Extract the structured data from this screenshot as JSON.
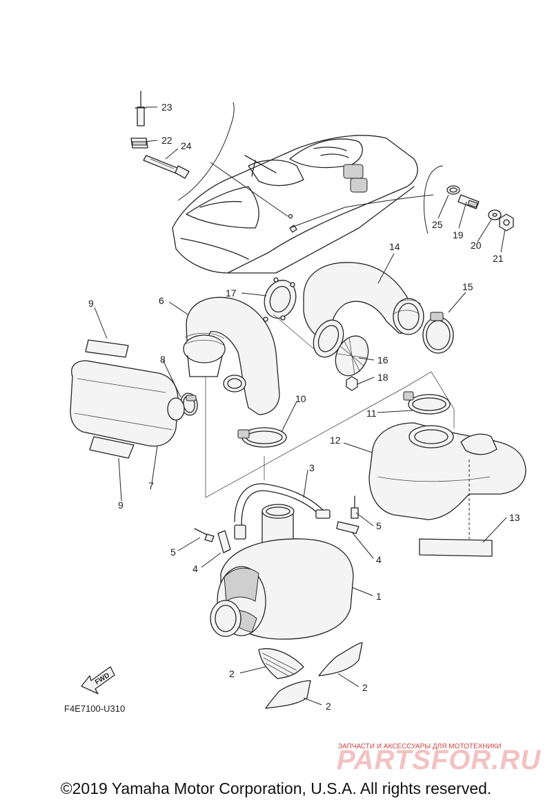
{
  "diagram": {
    "code": "F4E7100-U310",
    "fwd_label": "FWD",
    "callouts": {
      "p1": "1",
      "p2a": "2",
      "p2b": "2",
      "p2c": "2",
      "p3": "3",
      "p4a": "4",
      "p4b": "4",
      "p5a": "5",
      "p5b": "5",
      "p6": "6",
      "p7": "7",
      "p8": "8",
      "p9a": "9",
      "p9b": "9",
      "p10": "10",
      "p11": "11",
      "p12": "12",
      "p13": "13",
      "p14": "14",
      "p15": "15",
      "p16": "16",
      "p17": "17",
      "p18": "18",
      "p19": "19",
      "p20": "20",
      "p21": "21",
      "p22": "22",
      "p23": "23",
      "p24": "24",
      "p25": "25"
    }
  },
  "watermark": {
    "tagline": "ЗАПЧАСТИ И АКСЕССУАРЫ ДЛЯ МОТОТЕХНИКИ",
    "brand": "PARTSFOR.RU"
  },
  "footer": {
    "copyright": "©2019 Yamaha Motor Corporation, U.S.A. All rights reserved."
  }
}
